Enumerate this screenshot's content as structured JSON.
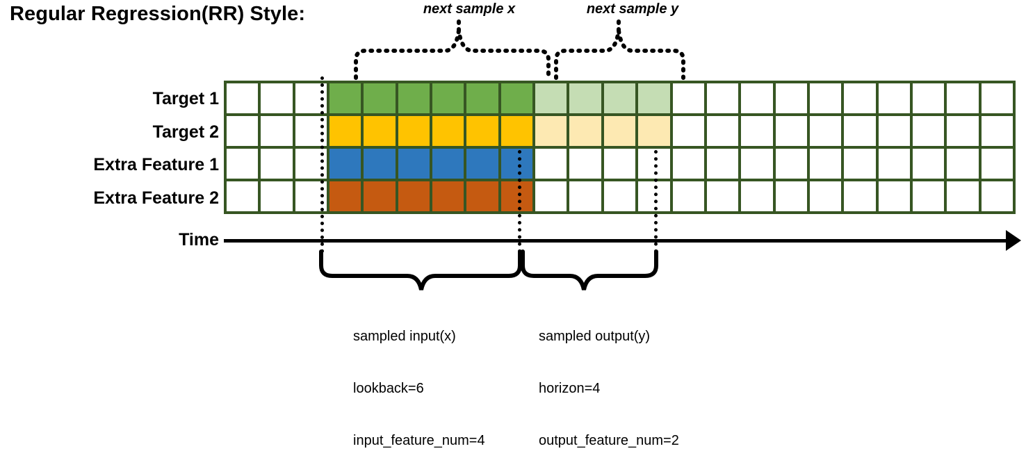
{
  "title": "Regular Regression(RR) Style:",
  "annotations": {
    "next_sample_x": "next sample x",
    "next_sample_y": "next sample y"
  },
  "rows": [
    {
      "label": "Target 1",
      "name": "target-1"
    },
    {
      "label": "Target 2",
      "name": "target-2"
    },
    {
      "label": "Extra Feature 1",
      "name": "extra-feature-1"
    },
    {
      "label": "Extra Feature 2",
      "name": "extra-feature-2"
    }
  ],
  "axis": {
    "label": "Time"
  },
  "grid": {
    "columns": 23,
    "leading_empty": 3,
    "input_span": 6,
    "output_span": 4,
    "trailing_empty": 10
  },
  "colors": {
    "border": "#375623",
    "target1_strong": "#6fae4b",
    "target1_light": "#c5ddb4",
    "target2_strong": "#ffc300",
    "target2_light": "#fde9b2",
    "extra1": "#2e78bd",
    "extra2": "#c55a11",
    "empty": "#ffffff",
    "ink": "#000000"
  },
  "braces": {
    "input": {
      "title": "sampled input(x)",
      "line2": "lookback=6",
      "line3": "input_feature_num=4"
    },
    "output": {
      "title": "sampled output(y)",
      "line2": "horizon=4",
      "line3": "output_feature_num=2"
    }
  }
}
